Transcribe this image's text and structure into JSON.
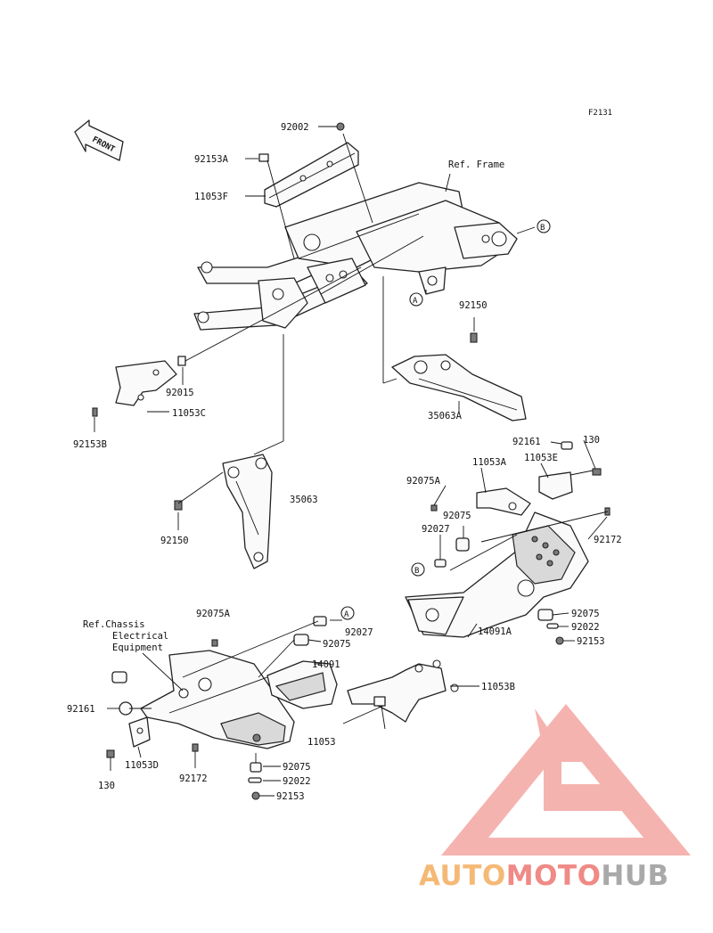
{
  "diagram": {
    "figure_code": "F2131",
    "front_label": "FRONT",
    "ref_frame": "Ref. Frame",
    "ref_chassis": [
      "Ref.Chassis",
      "Electrical",
      "Equipment"
    ],
    "callouts": {
      "A": "A",
      "B": "B"
    },
    "labels": {
      "p92002": "92002",
      "p92153A": "92153A",
      "p11053F": "11053F",
      "p92150_top": "92150",
      "p92015": "92015",
      "p11053C": "11053C",
      "p92153B": "92153B",
      "p35063A": "35063A",
      "p35063": "35063",
      "p92150_mid": "92150",
      "p92161_right": "92161",
      "p130_right": "130",
      "p11053A": "11053A",
      "p11053E": "11053E",
      "p92075A_right": "92075A",
      "p92075_right1": "92075",
      "p92027_right": "92027",
      "p92172_right": "92172",
      "p14091A": "14091A",
      "p92075_right2": "92075",
      "p92022_right": "92022",
      "p92153_right": "92153",
      "p92075A_left": "92075A",
      "p92027_left": "92027",
      "p92075_left1": "92075",
      "p14091": "14091",
      "p11053B": "11053B",
      "p92161_left": "92161",
      "p11053": "11053",
      "p11053D": "11053D",
      "p130_left": "130",
      "p92172_left": "92172",
      "p92075_left2": "92075",
      "p92022_left": "92022",
      "p92153_left": "92153"
    }
  },
  "watermark": {
    "part1": "AUTO",
    "part2": "MOTO",
    "part3": "HUB",
    "colors": {
      "auto": "#f5b976",
      "moto": "#f08a86",
      "hub": "#a9a9a9",
      "triangle": "#f4a6a2"
    }
  }
}
